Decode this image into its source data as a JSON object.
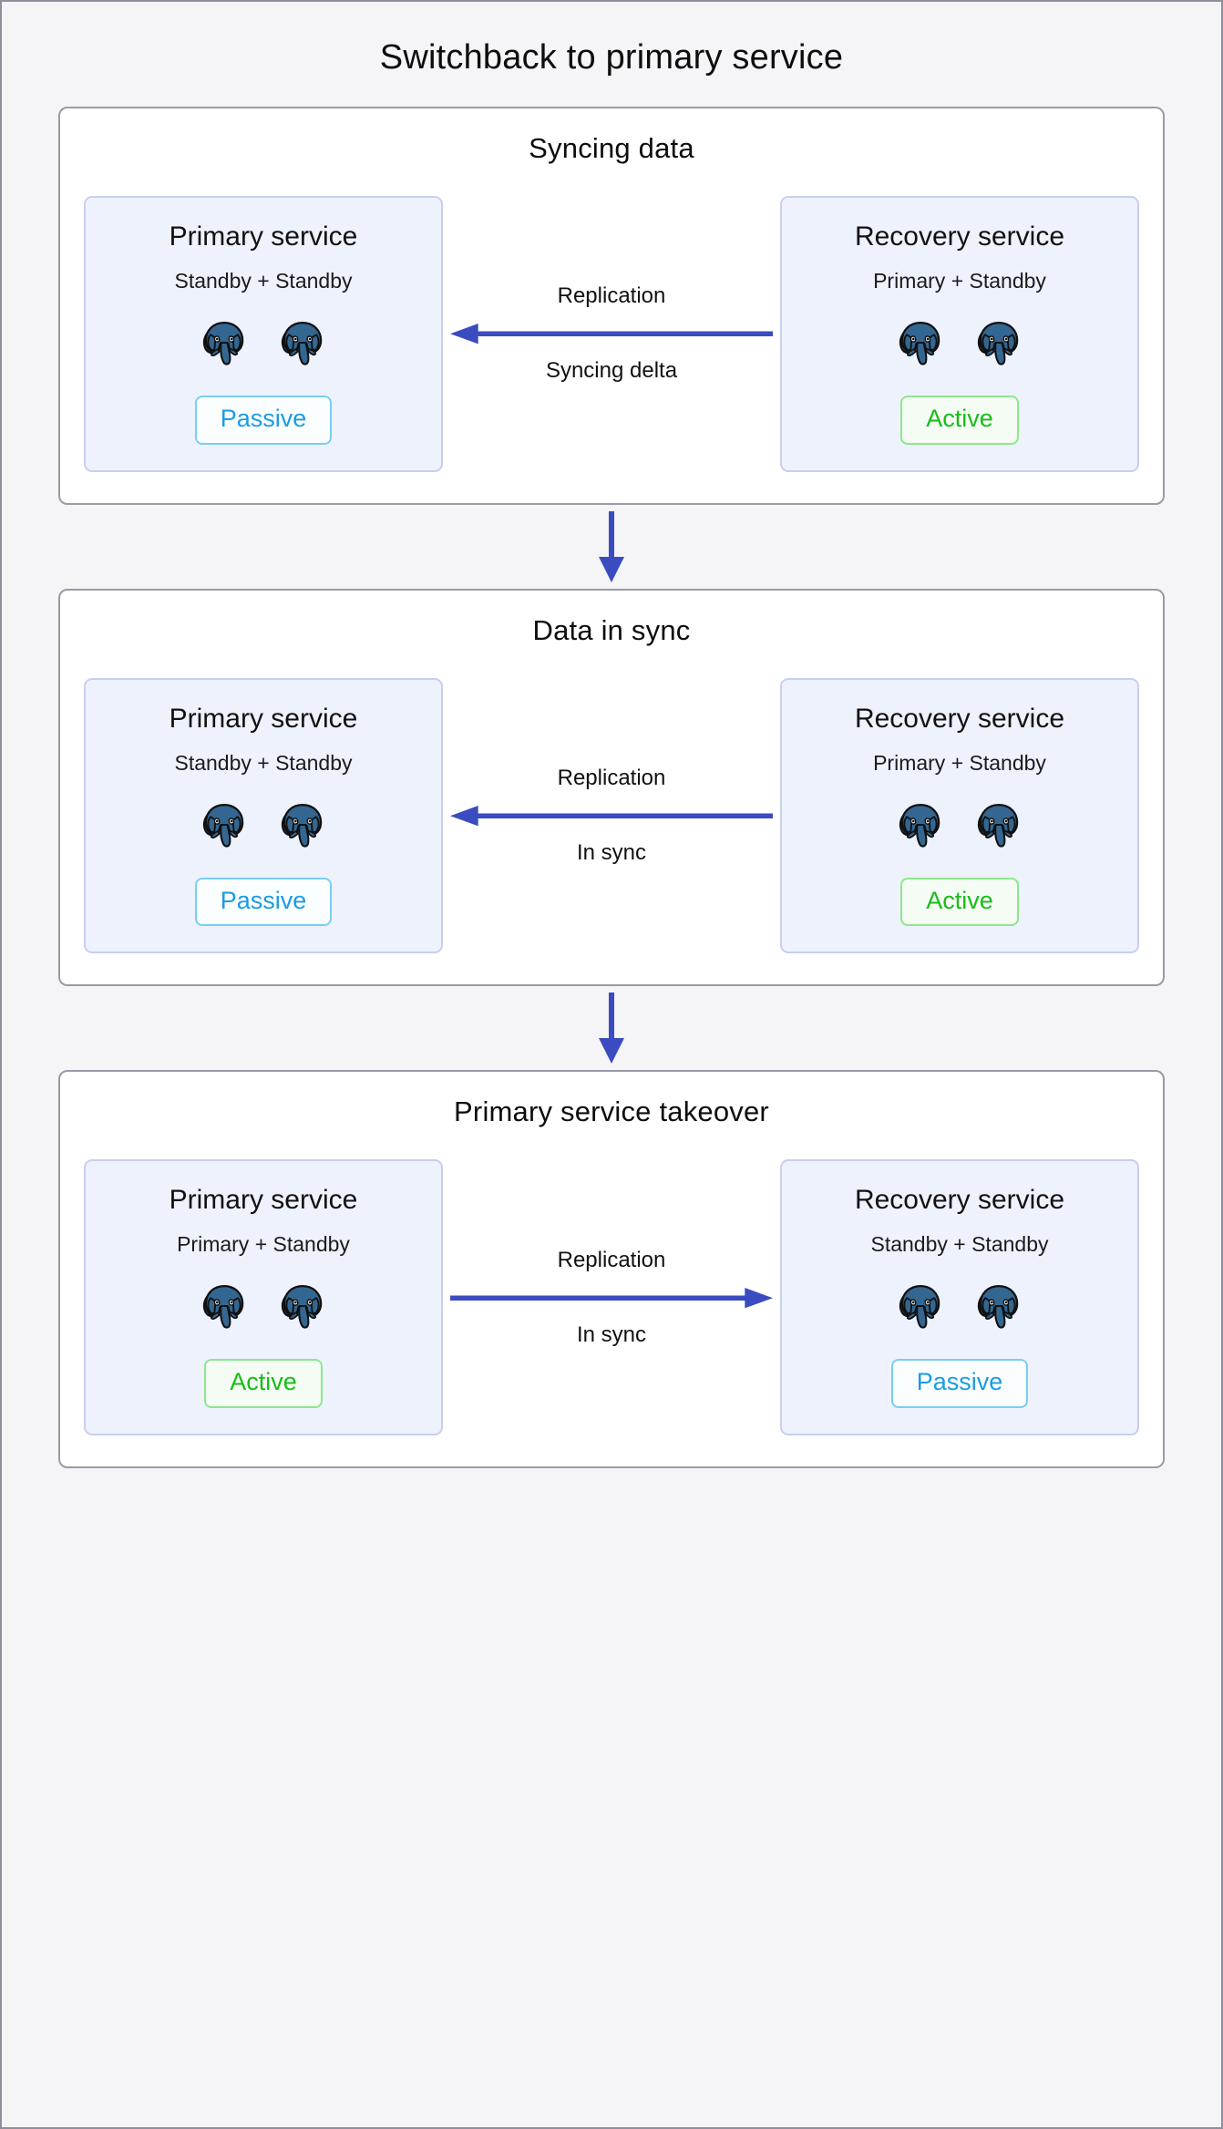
{
  "title": "Switchback to primary service",
  "colors": {
    "page_background": "#f5f5f7",
    "panel_border": "#9a9aa6",
    "service_fill": "#eef2fd",
    "service_border": "#c6cff0",
    "arrow": "#3a4cc0",
    "active_text": "#18bd18",
    "active_border": "#8ce88c",
    "passive_text": "#1a9ce2",
    "passive_border": "#79cef4",
    "postgres_blue": "#336791"
  },
  "node_icon": "postgres-elephant-icon",
  "stages": [
    {
      "title": "Syncing data",
      "left": {
        "name": "Primary service",
        "roles": "Standby + Standby",
        "nodes": 2,
        "status": "Passive",
        "status_kind": "passive"
      },
      "link": {
        "top_label": "Replication",
        "bottom_label": "Syncing delta",
        "direction": "left"
      },
      "right": {
        "name": "Recovery service",
        "roles": "Primary + Standby",
        "nodes": 2,
        "status": "Active",
        "status_kind": "active"
      }
    },
    {
      "title": "Data in sync",
      "left": {
        "name": "Primary service",
        "roles": "Standby + Standby",
        "nodes": 2,
        "status": "Passive",
        "status_kind": "passive"
      },
      "link": {
        "top_label": "Replication",
        "bottom_label": "In sync",
        "direction": "left"
      },
      "right": {
        "name": "Recovery service",
        "roles": "Primary + Standby",
        "nodes": 2,
        "status": "Active",
        "status_kind": "active"
      }
    },
    {
      "title": "Primary service takeover",
      "left": {
        "name": "Primary service",
        "roles": "Primary + Standby",
        "nodes": 2,
        "status": "Active",
        "status_kind": "active"
      },
      "link": {
        "top_label": "Replication",
        "bottom_label": "In sync",
        "direction": "right"
      },
      "right": {
        "name": "Recovery service",
        "roles": "Standby + Standby",
        "nodes": 2,
        "status": "Passive",
        "status_kind": "passive"
      }
    }
  ],
  "connectors": [
    {
      "direction": "down",
      "from": "Syncing data",
      "to": "Data in sync"
    },
    {
      "direction": "down",
      "from": "Data in sync",
      "to": "Primary service takeover"
    }
  ]
}
